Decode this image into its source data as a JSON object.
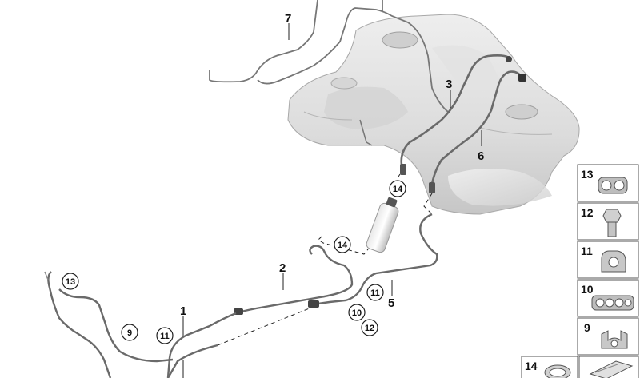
{
  "callouts": {
    "c1": "1",
    "c2": "2",
    "c3": "3",
    "c5": "5",
    "c6": "6",
    "c7": "7",
    "c9": "9",
    "c10": "10",
    "c11a": "11",
    "c11b": "11",
    "c12": "12",
    "c13": "13",
    "c14a": "14",
    "c14b": "14"
  },
  "legend": {
    "items": [
      {
        "label": "13",
        "icon": "double-clip-icon"
      },
      {
        "label": "12",
        "icon": "hex-bolt-icon"
      },
      {
        "label": "11",
        "icon": "single-clip-icon"
      },
      {
        "label": "10",
        "icon": "multi-clip-icon"
      },
      {
        "label": "9",
        "icon": "retaining-clip-icon"
      }
    ],
    "bottom_left": {
      "label": "14",
      "icon": "hose-clamp-icon"
    },
    "bottom_right": {
      "icon": "gasket-plate-icon"
    }
  }
}
